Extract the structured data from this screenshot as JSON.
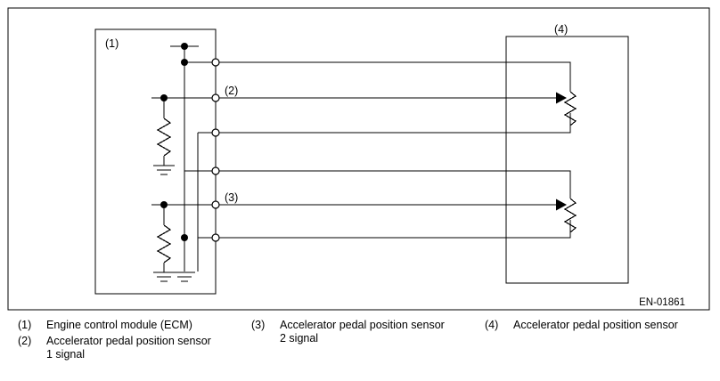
{
  "diagram": {
    "figure_code": "EN-01861",
    "callouts": {
      "ecm": "(1)",
      "signal1": "(2)",
      "signal2": "(3)",
      "sensor": "(4)"
    }
  },
  "legend": {
    "columns": [
      {
        "items": [
          {
            "num": "(1)",
            "text": "Engine control module (ECM)"
          },
          {
            "num": "(2)",
            "text": "Accelerator pedal position sensor\n1 signal"
          }
        ]
      },
      {
        "items": [
          {
            "num": "(3)",
            "text": "Accelerator pedal position sensor\n2 signal"
          }
        ]
      },
      {
        "items": [
          {
            "num": "(4)",
            "text": "Accelerator pedal position sensor"
          }
        ]
      }
    ]
  },
  "colors": {
    "line": "#000000",
    "background": "#ffffff"
  }
}
